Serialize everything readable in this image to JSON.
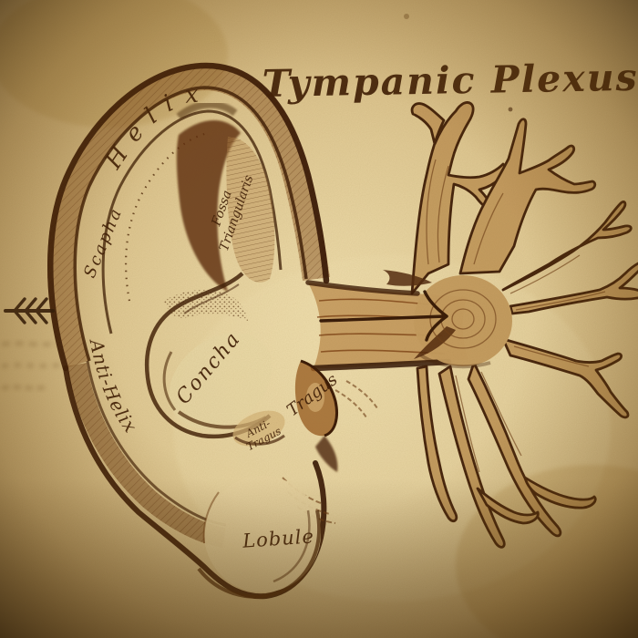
{
  "artwork": {
    "title": "Tympanic Plexus",
    "labels": {
      "helix": "Helix",
      "scapha": "Scapha",
      "fossa": {
        "line1": "Fossa",
        "line2": "Triangularis"
      },
      "concha": "Concha",
      "anti_helix": "Anti-Helix",
      "tragus": "Tragus",
      "anti_tragus": {
        "line1": "Anti-",
        "line2": "Tragus"
      },
      "lobule": "Lobule"
    },
    "icons": {
      "feathered_arrow": "feathered-arrow-pointing-right",
      "canal_arrow": "arrow-into-plexus"
    },
    "colors": {
      "paper_light": "#f0dfae",
      "paper_mid": "#d9bd85",
      "paper_edge": "#5e4010",
      "ink_dark": "#331404",
      "ink_mid": "#6a3812",
      "wash_tan": "#c79e62"
    }
  }
}
